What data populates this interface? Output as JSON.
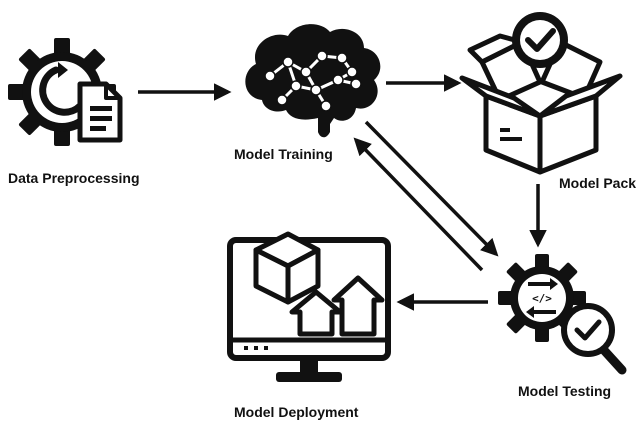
{
  "stages": {
    "preprocessing": {
      "label": "Data Preprocessing",
      "icon": "gear-document-icon"
    },
    "training": {
      "label": "Model Training",
      "icon": "brain-network-icon"
    },
    "packaging": {
      "label": "Model Pack",
      "icon": "open-box-check-icon"
    },
    "testing": {
      "label": "Model Testing",
      "icon": "gear-code-magnifier-icon"
    },
    "deployment": {
      "label": "Model Deployment",
      "icon": "monitor-cube-arrows-icon"
    }
  },
  "colors": {
    "ink": "#111111",
    "background": "#ffffff"
  }
}
